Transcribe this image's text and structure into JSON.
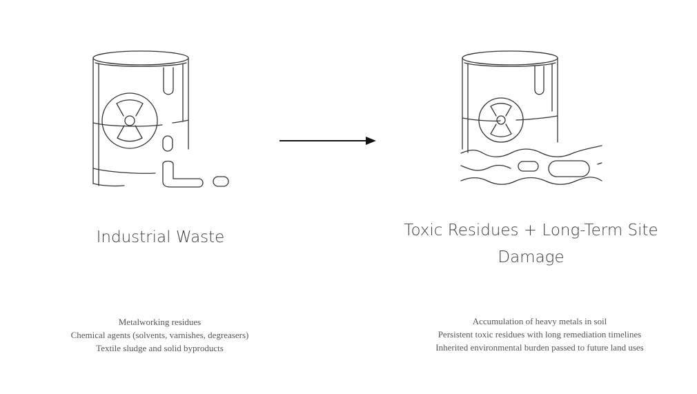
{
  "colors": {
    "line": "#333333",
    "text": "#3d3d3d",
    "desc": "#555555"
  },
  "left": {
    "icon": "radioactive-barrel-leaking-icon",
    "title": "Industrial Waste",
    "items": [
      "Metalworking residues",
      "Chemical agents (solvents, varnishes, degreasers)",
      "Textile sludge and solid byproducts"
    ]
  },
  "arrow": {
    "icon": "arrow-right-icon"
  },
  "right": {
    "icon": "radioactive-barrel-in-water-icon",
    "title_line1": "Toxic Residues + Long-Term Site",
    "title_line2": "Damage",
    "items": [
      "Accumulation of heavy metals in soil",
      "Persistent toxic residues with long remediation timelines",
      "Inherited environmental burden passed to future land uses"
    ]
  }
}
